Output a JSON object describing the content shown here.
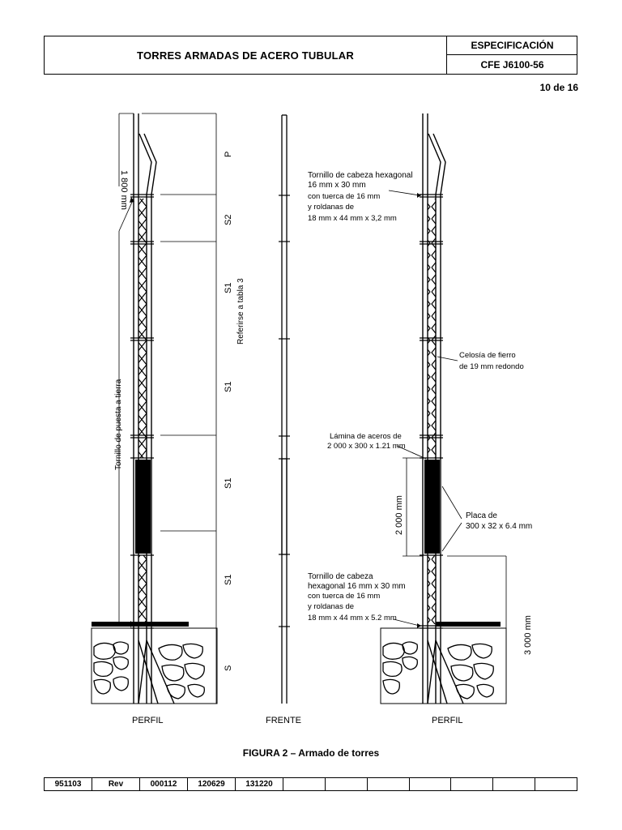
{
  "header": {
    "title": "TORRES ARMADAS DE ACERO TUBULAR",
    "spec_label": "ESPECIFICACIÓN",
    "spec_code": "CFE J6100-56"
  },
  "page_number": "10 de 16",
  "figure": {
    "left_labels": {
      "dim_top": "1 800  mm",
      "ground_screw": "Tornillo de puesta a tierra",
      "sections": [
        "P",
        "S2",
        "S1",
        "S1",
        "S1",
        "S1",
        "S"
      ],
      "table_ref": "Referirse a tabla 3"
    },
    "right_labels": {
      "bolt_top_1": "Tornillo de cabeza hexagonal",
      "bolt_top_2": "16 mm x 30 mm",
      "bolt_top_3": "con tuerca de 16 mm",
      "bolt_top_4": "y roldanas de",
      "bolt_top_5": "18 mm x 44 mm x 3,2 mm",
      "lattice_1": "Celosía de fierro",
      "lattice_2": "de 19 mm redondo",
      "sheet_1": "Lámina de aceros de",
      "sheet_2": "2 000 x 300 x 1.21 mm",
      "dim_mid": "2 000  mm",
      "plate_1": "Placa de",
      "plate_2": "300 x 32 x 6.4 mm",
      "bolt_bot_1": "Tornillo de cabeza",
      "bolt_bot_2": "hexagonal 16 mm x 30 mm",
      "bolt_bot_3": "con tuerca de 16 mm",
      "bolt_bot_4": "y roldanas de",
      "bolt_bot_5": "18 mm x 44 mm x 5.2 mm",
      "dim_bot": "3 000  mm"
    },
    "view_labels": [
      "PERFIL",
      "FRENTE",
      "PERFIL"
    ],
    "caption": "FIGURA 2 – Armado de torres"
  },
  "revision_row": [
    "951103",
    "Rev",
    "000112",
    "120629",
    "131220",
    "",
    "",
    "",
    "",
    "",
    "",
    ""
  ]
}
